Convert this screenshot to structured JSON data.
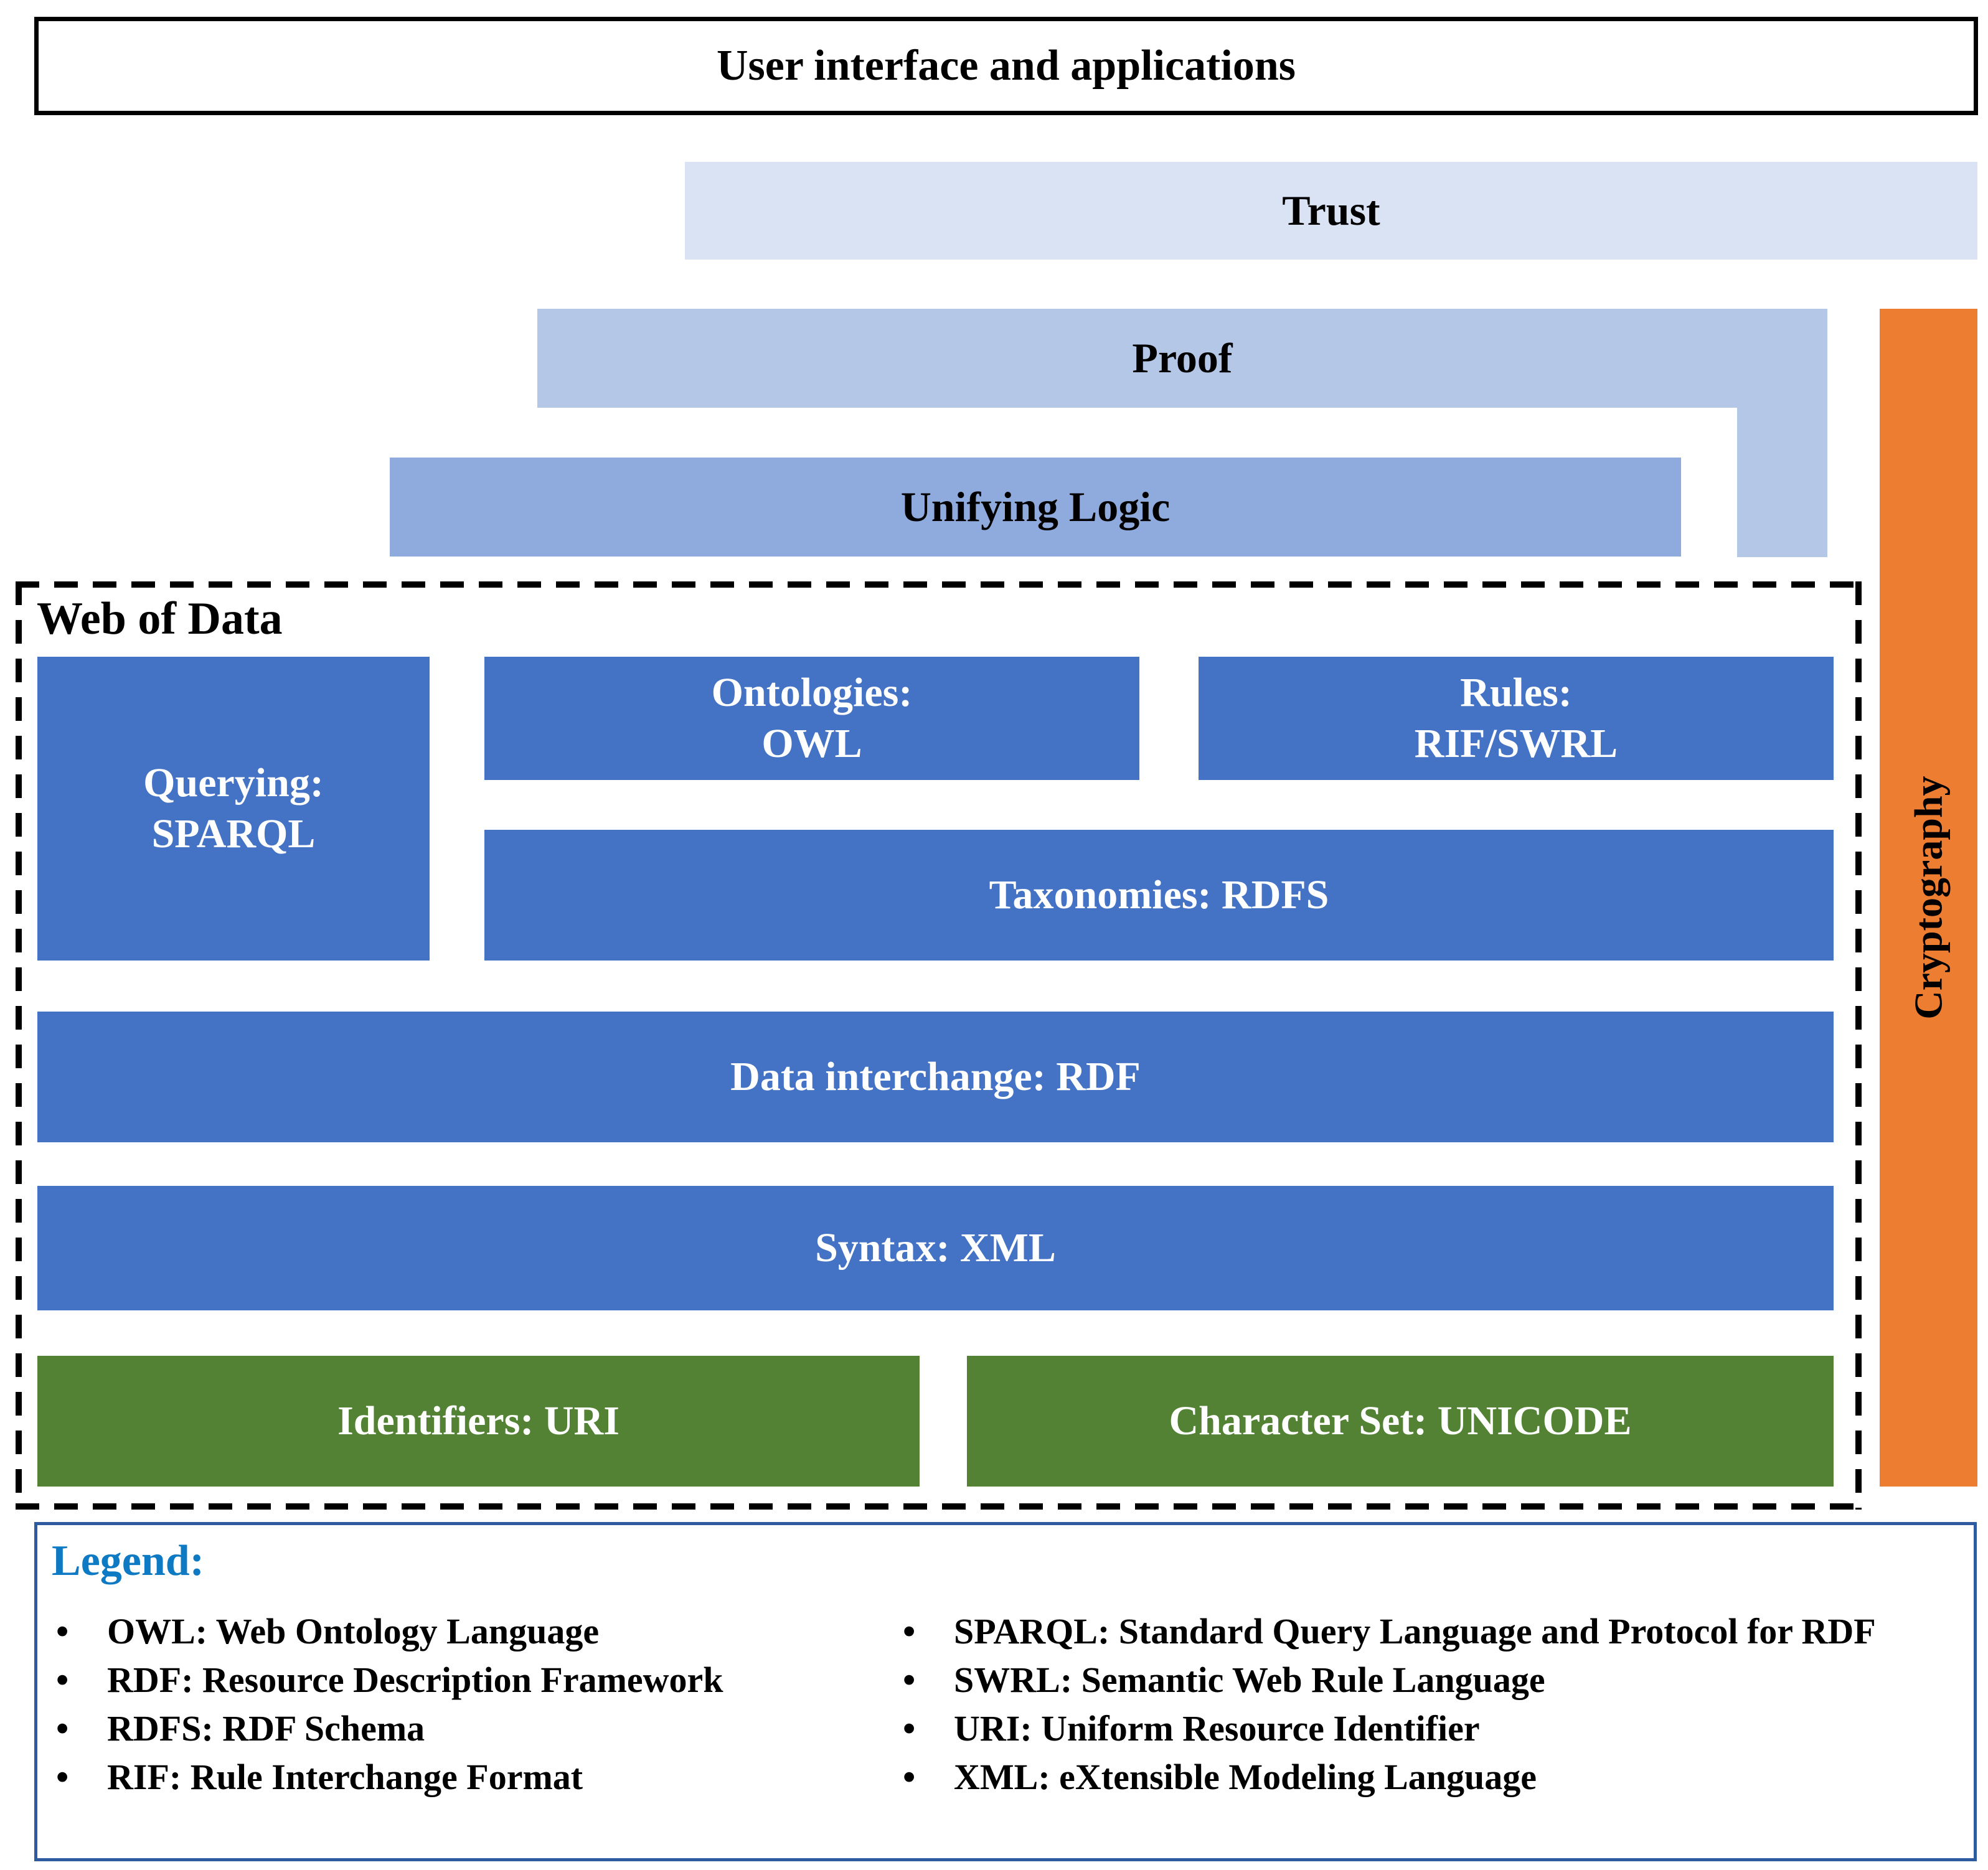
{
  "diagram": {
    "ui_title": "User interface and applications",
    "trust_label": "Trust",
    "proof_label": "Proof",
    "unifying_logic_label": "Unifying Logic",
    "web_of_data_label": "Web of Data",
    "querying_line1": "Querying:",
    "querying_line2": "SPARQL",
    "ontologies_line1": "Ontologies:",
    "ontologies_line2": "OWL",
    "rules_line1": "Rules:",
    "rules_line2": "RIF/SWRL",
    "taxonomies_label": "Taxonomies: RDFS",
    "data_interchange_label": "Data interchange: RDF",
    "syntax_label": "Syntax: XML",
    "identifiers_label": "Identifiers: URI",
    "character_set_label": "Character Set: UNICODE",
    "cryptography_label": "Cryptography"
  },
  "legend": {
    "title": "Legend:",
    "left_items": [
      "OWL: Web Ontology Language",
      "RDF: Resource Description Framework",
      "RDFS: RDF Schema",
      "RIF: Rule Interchange Format"
    ],
    "right_items": [
      "SPARQL: Standard Query Language and Protocol for RDF",
      "SWRL: Semantic Web Rule Language",
      "URI: Uniform Resource Identifier",
      "XML: eXtensible Modeling Language"
    ]
  },
  "colors": {
    "layer_blue": "#4472C4",
    "layer_green": "#548235",
    "cryptography_orange": "#ED7D31",
    "trust_fill": "#DAE3F3",
    "proof_fill": "#B4C7E7",
    "unifying_logic_fill": "#8FAADC",
    "legend_border": "#2E5B9F",
    "legend_title_blue": "#0E7AC4",
    "text_on_color": "#FFFFFF",
    "text_default": "#000000"
  }
}
